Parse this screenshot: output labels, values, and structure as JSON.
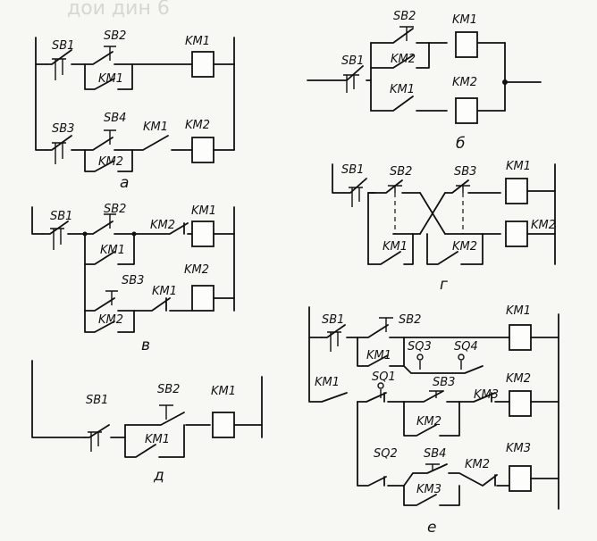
{
  "background_scribble": "дои дин 6",
  "diagrams": {
    "a": {
      "caption": "а",
      "labels": {
        "SB1": "SB1",
        "SB2": "SB2",
        "KM1_contact": "KM1",
        "KM1_coil": "KM1",
        "SB3": "SB3",
        "SB4": "SB4",
        "KM1_interlock": "KM1",
        "KM2_coil": "KM2",
        "KM2_contact": "KM2"
      }
    },
    "b": {
      "caption": "б",
      "labels": {
        "SB1": "SB1",
        "SB2": "SB2",
        "KM1_top": "KM1",
        "KM2_contact": "KM2",
        "KM1_contact": "KM1",
        "KM2_coil": "KM2"
      }
    },
    "v": {
      "caption": "в",
      "labels": {
        "SB1": "SB1",
        "SB2": "SB2",
        "KM1_contact": "KM1",
        "KM2_inter": "KM2",
        "KM1_coil": "KM1",
        "SB3": "SB3",
        "KM2_contact": "KM2",
        "KM1_inter": "KM1",
        "KM2_coil": "KM2"
      }
    },
    "g": {
      "caption": "г",
      "labels": {
        "SB1": "SB1",
        "SB2": "SB2",
        "SB3": "SB3",
        "KM1_coil": "KM1",
        "KM2_coil": "KM2",
        "KM1_contact": "KM1",
        "KM2_contact": "KM2"
      }
    },
    "d": {
      "caption": "д",
      "labels": {
        "SB1": "SB1",
        "SB2": "SB2",
        "KM1_coil": "KM1",
        "KM1_contact": "KM1"
      }
    },
    "e": {
      "caption": "е",
      "labels": {
        "SB1": "SB1",
        "SB2": "SB2",
        "KM1_coil": "KM1",
        "KM1_contact": "KM1",
        "SQ3": "SQ3",
        "SQ4": "SQ4",
        "KM1_left": "KM1",
        "SQ1": "SQ1",
        "SB3": "SB3",
        "KM3_inter": "KM3",
        "KM2_coil": "KM2",
        "KM2_contact": "KM2",
        "SQ2": "SQ2",
        "SB4": "SB4",
        "KM2_inter": "KM2",
        "KM3_coil": "KM3",
        "KM3_contact": "KM3"
      }
    }
  }
}
